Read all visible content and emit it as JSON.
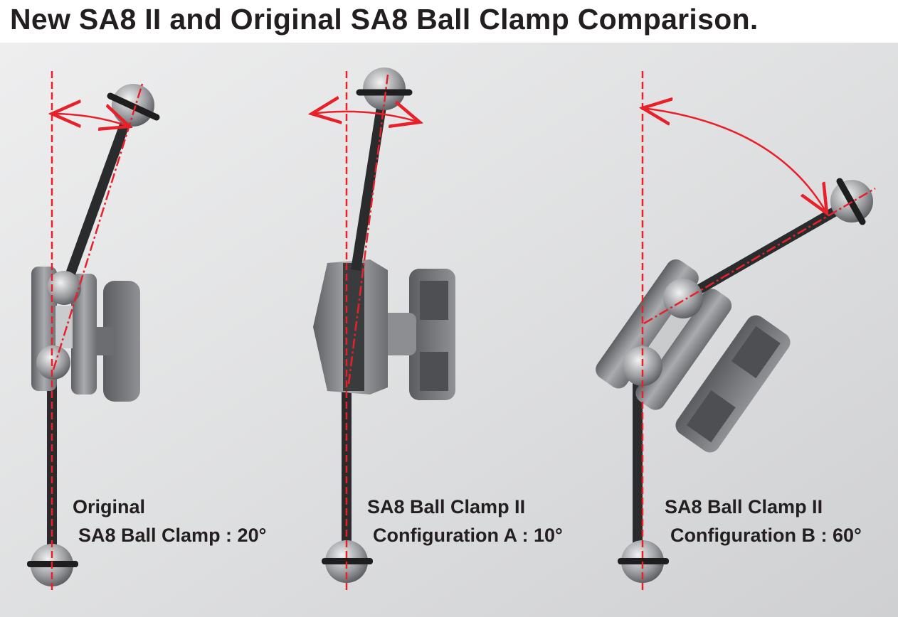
{
  "title": "New SA8 II and Original SA8 Ball Clamp Comparison.",
  "panels": [
    {
      "line1": "Original",
      "line2": "SA8 Ball Clamp : 20°",
      "angle_deg": 20
    },
    {
      "line1": "SA8 Ball Clamp II",
      "line2": "Configuration A : 10°",
      "angle_deg": 10
    },
    {
      "line1": "SA8 Ball Clamp II",
      "line2": "Configuration B : 60°",
      "angle_deg": 60
    }
  ],
  "colors": {
    "guide": "#e8202a",
    "metal": "#8a8d90",
    "arm": "#2a2b2d",
    "text": "#231f20"
  }
}
